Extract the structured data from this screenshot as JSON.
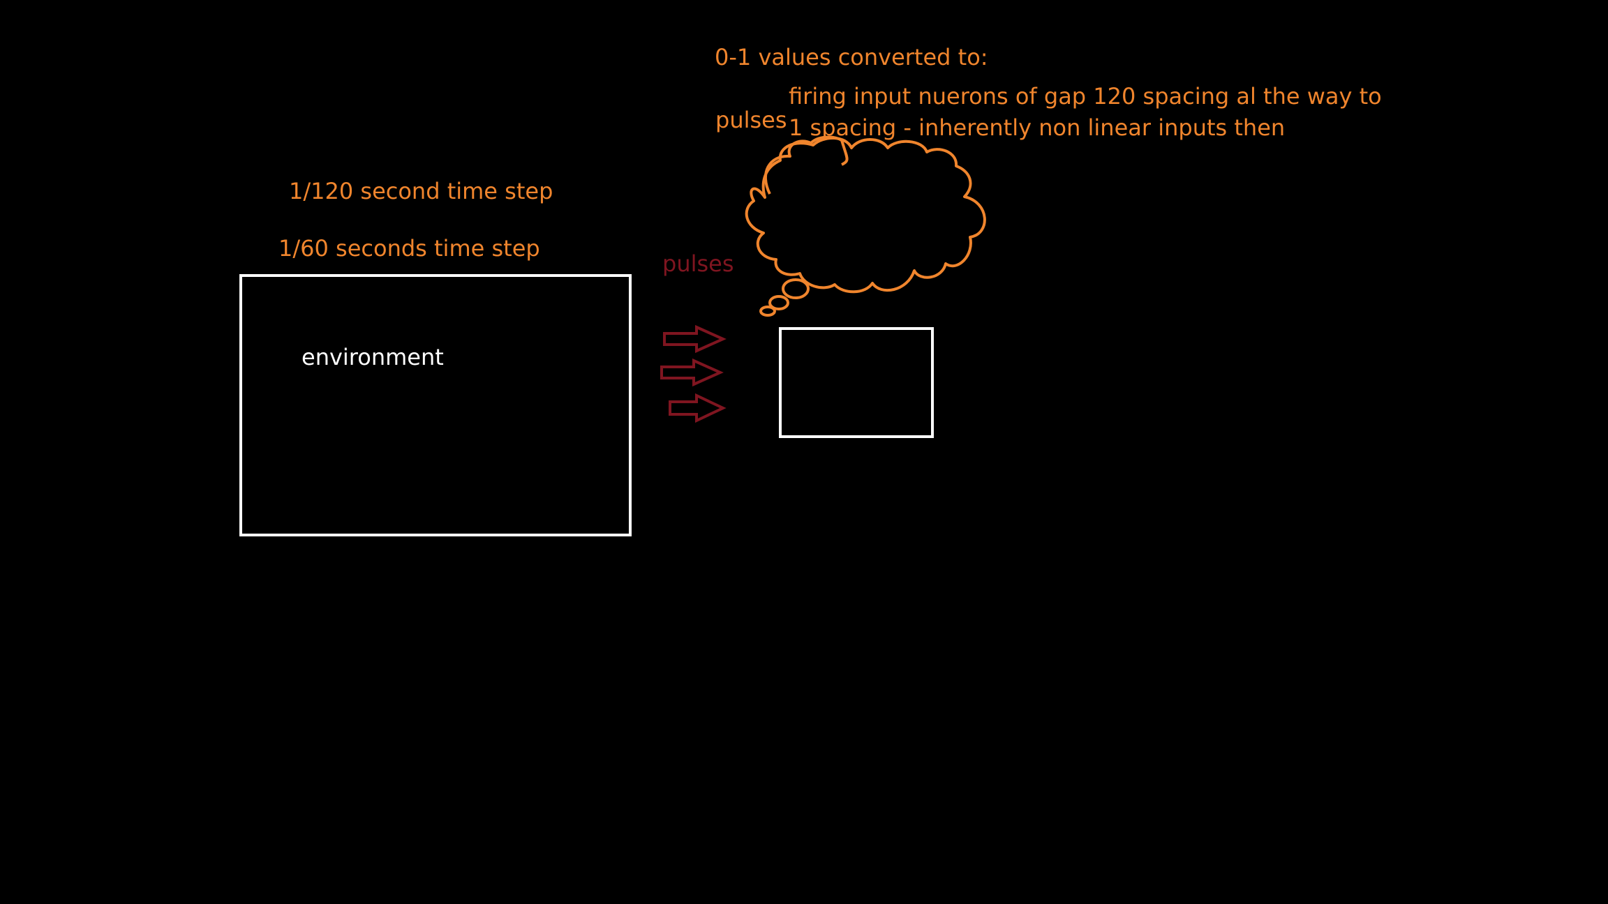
{
  "colors": {
    "background": "#000000",
    "annotation": "#F0852D",
    "pulse": "#7F1520",
    "box_outline": "#FFFFFF",
    "box_label": "#FFFFFF"
  },
  "annotations": {
    "conversion_heading": "0-1 values converted to:",
    "pulses_top": "pulses",
    "firing_line1": "firing input nuerons of gap 120 spacing al the way to",
    "firing_line2": "1 spacing - inherently non linear inputs then",
    "time_step_120": "1/120 second time step",
    "time_step_60": "1/60 seconds time step"
  },
  "pulse_label": "pulses",
  "environment": {
    "label": "environment"
  },
  "arrows": {
    "count": 3,
    "direction": "right",
    "color": "#7F1520"
  },
  "thought_bubble": {
    "icon": "thought-cloud-icon",
    "color": "#F0852D"
  }
}
